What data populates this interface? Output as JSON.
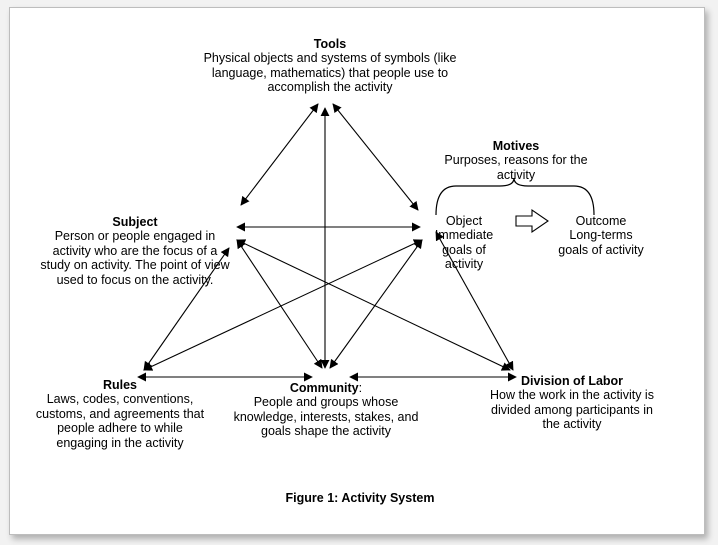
{
  "nodes": {
    "tools": {
      "title": "Tools",
      "description": "Physical objects and systems of symbols (like language, mathematics) that people use to accomplish the activity"
    },
    "subject": {
      "title": "Subject",
      "description": "Person or people engaged in activity who are the focus of a study on activity. The point of view used to focus on the activity."
    },
    "rules": {
      "title": "Rules",
      "description": "Laws, codes, conventions, customs, and agreements that people adhere to while engaging in the activity"
    },
    "community": {
      "title": "Community",
      "title_suffix": ":",
      "description": "People and groups whose knowledge, interests, stakes, and goals shape the activity"
    },
    "division": {
      "title": "Division of Labor",
      "description": "How the work in the activity is divided among participants in the activity"
    },
    "motives": {
      "title": "Motives",
      "description": "Purposes, reasons for the activity",
      "object": {
        "title": "Object",
        "description": "Immediate goals of activity"
      },
      "outcome": {
        "title": "Outcome",
        "description": "Long-terms goals of activity"
      }
    }
  },
  "caption": "Figure 1: Activity System"
}
